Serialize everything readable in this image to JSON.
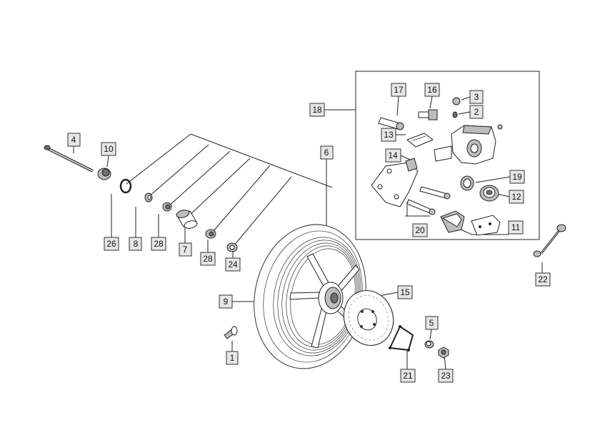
{
  "labels": [
    "1",
    "2",
    "3",
    "4",
    "5",
    "6",
    "7",
    "8",
    "9",
    "10",
    "11",
    "12",
    "13",
    "14",
    "15",
    "16",
    "17",
    "18",
    "19",
    "20",
    "21",
    "22",
    "23",
    "24",
    "26",
    "28",
    "28"
  ]
}
